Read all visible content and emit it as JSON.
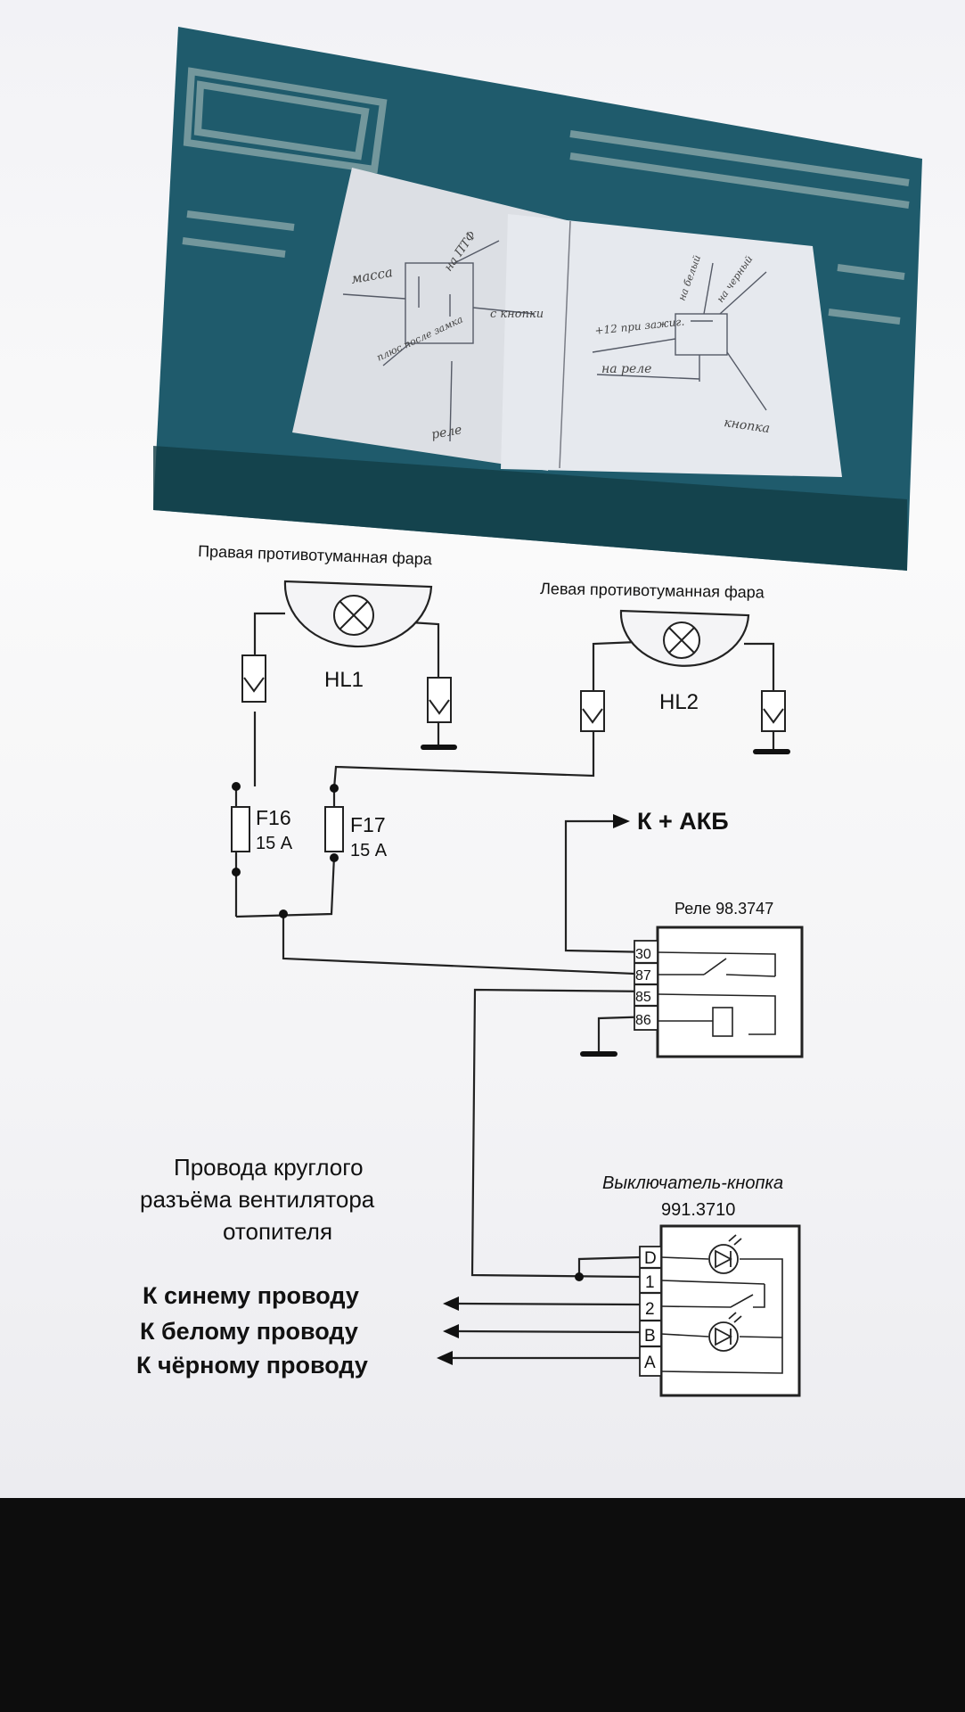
{
  "photo": {
    "left_sheet": {
      "massa": "масса",
      "to_ptf": "на ПТФ",
      "to_button": "с кнопки",
      "plus_after_key": "плюс после замка",
      "relay": "реле"
    },
    "right_sheet": {
      "from_plus12": "+12 при зажиг.",
      "to_relay": "на реле",
      "to_white": "на белый",
      "to_black": "на черный",
      "button": "кнопка"
    }
  },
  "lamps": {
    "right_title": "Правая противотуманная фара",
    "left_title": "Левая противотуманная фара",
    "hl1": "HL1",
    "hl2": "HL2"
  },
  "fuses": {
    "f16_name": "F16",
    "f16_rating": "15 А",
    "f17_name": "F17",
    "f17_rating": "15 А"
  },
  "battery_label": "К + АКБ",
  "relay": {
    "title": "Реле 98.3747",
    "pins": [
      "30",
      "87",
      "85",
      "86"
    ]
  },
  "switch": {
    "title": "Выключатель-кнопка",
    "model": "991.3710",
    "pins": [
      "D",
      "1",
      "2",
      "B",
      "A"
    ]
  },
  "connector": {
    "title_lines": [
      "Провода круглого",
      "разъёма вентилятора",
      "отопителя"
    ],
    "wires": [
      "К синему проводу",
      "К белому проводу",
      "К чёрному проводу"
    ]
  }
}
